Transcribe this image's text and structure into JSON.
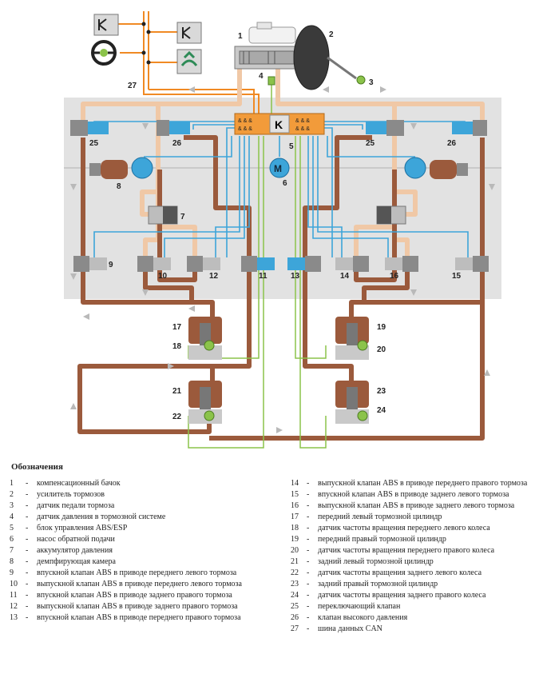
{
  "colors": {
    "hydraulic_dark": "#9b5a3c",
    "hydraulic_light": "#f0c8a6",
    "electric_blue": "#3da5d9",
    "can_orange": "#f08a24",
    "sensor_green": "#8bc34a",
    "panel_gray": "#e2e2e2",
    "ecu_orange": "#f29b3a",
    "arrow_gray": "#b9b9b9"
  },
  "icons": [
    "brake-warning-icon",
    "steering-wheel-icon",
    "esp-icon",
    "ecu-k-icon",
    "pump-motor-icon"
  ],
  "diagram": {
    "ecu_symbol": "K",
    "motor_symbol": "M",
    "labels": {
      "n1": "1",
      "n2": "2",
      "n3": "3",
      "n4": "4",
      "n5": "5",
      "n6": "6",
      "n7": "7",
      "n8": "8",
      "n9": "9",
      "n10": "10",
      "n11": "11",
      "n12": "12",
      "n13": "13",
      "n14": "14",
      "n15": "15",
      "n16": "16",
      "n17": "17",
      "n18": "18",
      "n19": "19",
      "n20": "20",
      "n21": "21",
      "n22": "22",
      "n23": "23",
      "n24": "24",
      "n25l": "25",
      "n26l": "26",
      "n25r": "25",
      "n26r": "26",
      "n27": "27"
    }
  },
  "legend": {
    "title": "Обозначения",
    "items": [
      {
        "num": "1",
        "text": "компенсационный бачок"
      },
      {
        "num": "2",
        "text": "усилитель тормозов"
      },
      {
        "num": "3",
        "text": "датчик педали тормоза"
      },
      {
        "num": "4",
        "text": "датчик давления в тормозной системе"
      },
      {
        "num": "5",
        "text": "блок управления ABS/ESP"
      },
      {
        "num": "6",
        "text": "насос обратной подачи"
      },
      {
        "num": "7",
        "text": "аккумулятор давления"
      },
      {
        "num": "8",
        "text": "демпфирующая камера"
      },
      {
        "num": "9",
        "text": "впускной клапан ABS в приводе переднего левого тормоза"
      },
      {
        "num": "10",
        "text": "выпускной клапан ABS в приводе переднего левого тормоза"
      },
      {
        "num": "11",
        "text": "впускной клапан ABS в приводе заднего правого тормоза"
      },
      {
        "num": "12",
        "text": "выпускной клапан ABS в приводе заднего правого тормоза"
      },
      {
        "num": "13",
        "text": "впускной клапан ABS в приводе переднего правого тормоза"
      },
      {
        "num": "14",
        "text": "выпускной клапан ABS в приводе переднего правого тормоза"
      },
      {
        "num": "15",
        "text": "впускной клапан ABS в приводе заднего левого тормоза"
      },
      {
        "num": "16",
        "text": "выпускной клапан ABS в приводе заднего левого тормоза"
      },
      {
        "num": "17",
        "text": "передний левый тормозной цилиндр"
      },
      {
        "num": "18",
        "text": "датчик частоты вращения переднего левого колеса"
      },
      {
        "num": "19",
        "text": "передний правый тормозной цилиндр"
      },
      {
        "num": "20",
        "text": "датчик частоты вращения переднего правого колеса"
      },
      {
        "num": "21",
        "text": "задний левый тормозной цилиндр"
      },
      {
        "num": "22",
        "text": "датчик частоты вращения заднего левого колеса"
      },
      {
        "num": "23",
        "text": "задний правый тормозной цилиндр"
      },
      {
        "num": "24",
        "text": "датчик частоты вращения заднего правого колеса"
      },
      {
        "num": "25",
        "text": "переключающий клапан"
      },
      {
        "num": "26",
        "text": "клапан высокого давления"
      },
      {
        "num": "27",
        "text": "шина данных CAN"
      }
    ]
  }
}
